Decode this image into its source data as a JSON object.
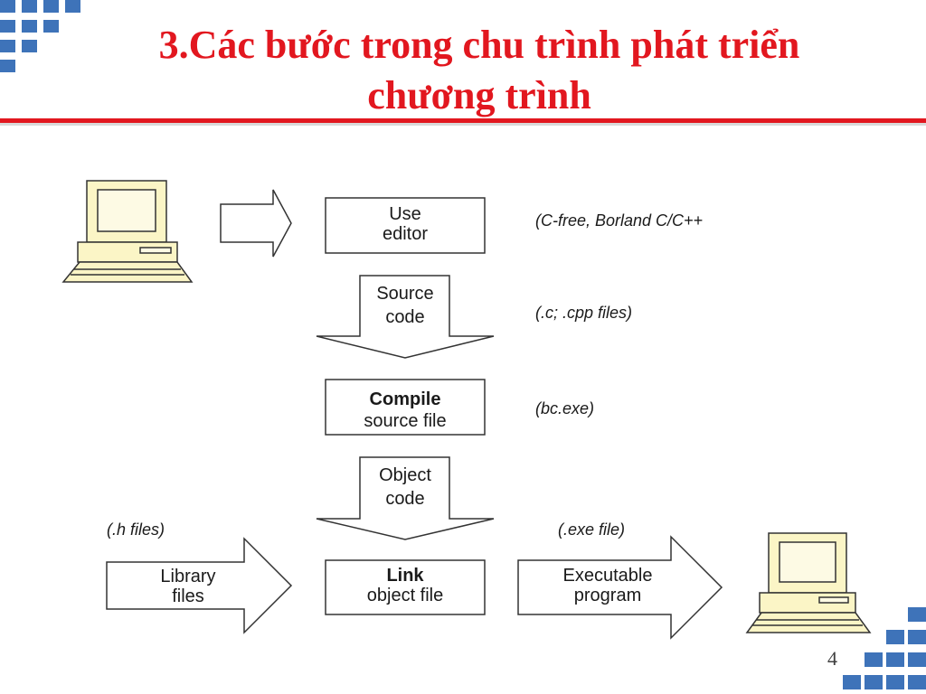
{
  "slide": {
    "title_line1": "3.Các bước trong chu trình phát triển",
    "title_line2": "chương trình",
    "page_number": "4"
  },
  "diagram": {
    "editor_box": {
      "line1": "Use",
      "line2": "editor"
    },
    "source_arrow": {
      "line1": "Source",
      "line2": "code"
    },
    "compile_box": {
      "line1": "Compile",
      "line2": "source file"
    },
    "object_arrow": {
      "line1": "Object",
      "line2": "code"
    },
    "link_box": {
      "line1": "Link",
      "line2": "object file"
    },
    "library_arrow": {
      "line1": "Library",
      "line2": "files"
    },
    "executable_arrow": {
      "line1": "Executable",
      "line2": "program"
    },
    "notes": {
      "editor_note": "(C-free, Borland C/C++",
      "source_note": "(.c; .cpp files)",
      "compile_note": "(bc.exe)",
      "library_note": "(.h files)",
      "exe_note": "(.exe file)"
    }
  },
  "colors": {
    "title": "#e2171f",
    "accent_blue": "#3e73b9",
    "computer_fill": "#fbf5c6"
  }
}
